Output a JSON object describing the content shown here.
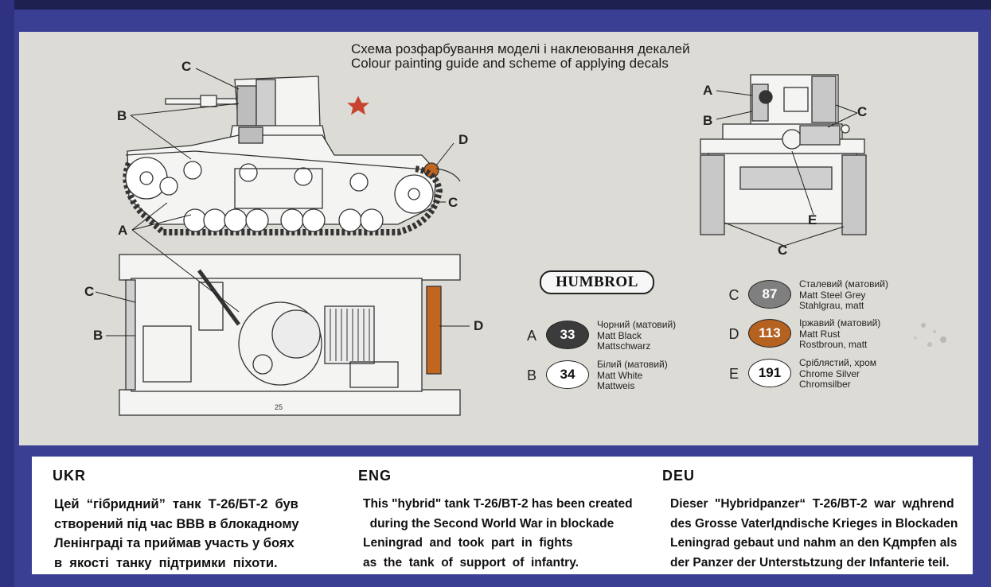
{
  "title": {
    "ukr": "Схема розфарбування моделі і наклеювання декалей",
    "eng": "Colour painting guide and scheme of applying decals"
  },
  "callouts": {
    "side": [
      "C",
      "B",
      "A",
      "D",
      "C"
    ],
    "top": [
      "C",
      "B",
      "D"
    ],
    "front": [
      "A",
      "B",
      "C",
      "E",
      "C"
    ]
  },
  "brand": "HUMBROL",
  "paints": [
    {
      "letter": "A",
      "code": "33",
      "color": "#3b3b3b",
      "text_color": "#ffffff",
      "ukr": "Чорний (матовий)",
      "eng": "Matt Black",
      "deu": "Mattschwarz"
    },
    {
      "letter": "B",
      "code": "34",
      "color": "#ffffff",
      "text_color": "#111111",
      "ukr": "Білий (матовий)",
      "eng": "Matt White",
      "deu": "Mattweis"
    },
    {
      "letter": "C",
      "code": "87",
      "color": "#7f7f7f",
      "text_color": "#ffffff",
      "ukr": "Сталевий (матовий)",
      "eng": "Matt Steel Grey",
      "deu": "Stahlgrau, matt"
    },
    {
      "letter": "D",
      "code": "113",
      "color": "#b5611f",
      "text_color": "#ffffff",
      "ukr": "Іржавий (матовий)",
      "eng": "Matt Rust",
      "deu": "Rostbroun, matt"
    },
    {
      "letter": "E",
      "code": "191",
      "color": "#ffffff",
      "text_color": "#111111",
      "ukr": "Сріблястий, хром",
      "eng": "Chrome Silver",
      "deu": "Chromsilber"
    }
  ],
  "columns": {
    "ukr": {
      "heading": "UKR",
      "text": "Цей  “гібридний”  танк  Т-26/БТ-2  був\nстворений під час ВВВ в блокадному\nЛенінграді та приймав участь у боях\nв  якості  танку  підтримки  піхоти."
    },
    "eng": {
      "heading": "ENG",
      "text": "This \"hybrid\" tank T-26/BT-2 has been created\n  during the Second World War in blockade\nLeningrad  and  took  part  in  fights\nas  the  tank  of  support  of  infantry."
    },
    "deu": {
      "heading": "DEU",
      "text": "Dieser  \"Hybridpanzer“  T-26/BT-2  war  wдhrend\ndes Grosse Vaterlдndische Krieges in Blockaden\nLeningrad gebaut und nahm an den Kдmpfen als\nder Panzer der Unterstьtzung der Infanterie teil."
    }
  },
  "hull_marking": "25"
}
